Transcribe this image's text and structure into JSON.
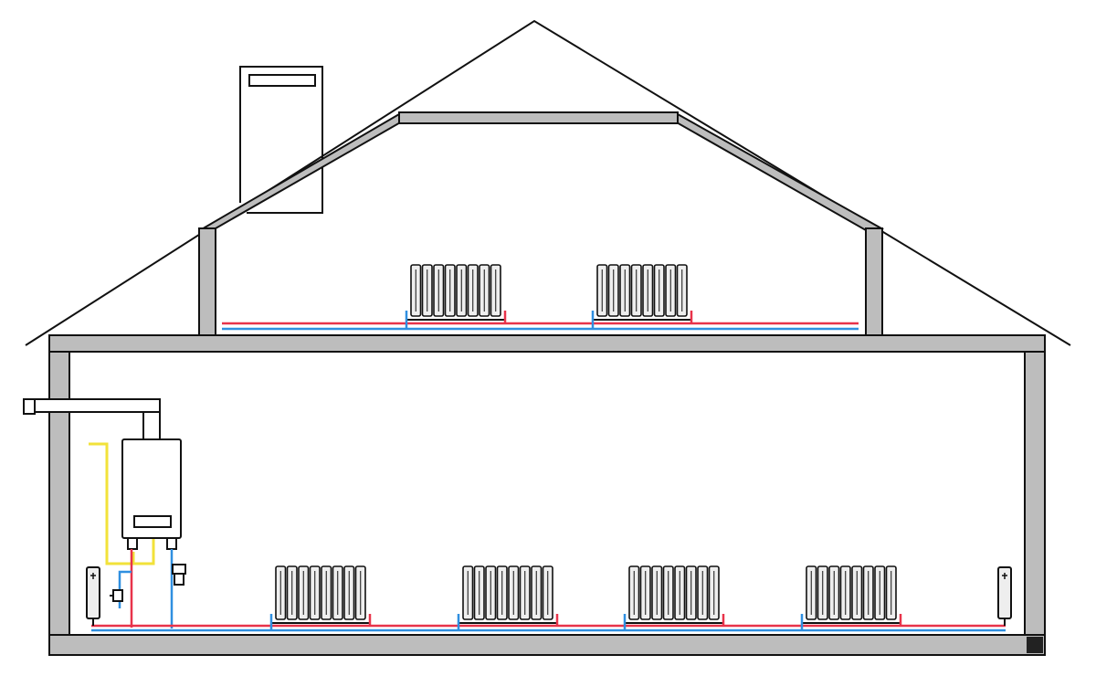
{
  "colors": {
    "background": "#ffffff",
    "outline": "#111111",
    "wall_fill": "#bdbdbd",
    "radiator_fill": "#eeeeee",
    "supply_pipe": "#e8334a",
    "return_pipe": "#2f8fe0",
    "gas_pipe": "#f2e23a"
  },
  "diagram": {
    "floors": 2,
    "attic_radiators": 2,
    "ground_floor_radiators": 4,
    "towel_radiators": 2,
    "boiler_icon": "wall-mounted-gas-boiler-icon",
    "radiator_icon": "sectional-radiator-icon",
    "chimney_icon": "chimney-icon"
  }
}
